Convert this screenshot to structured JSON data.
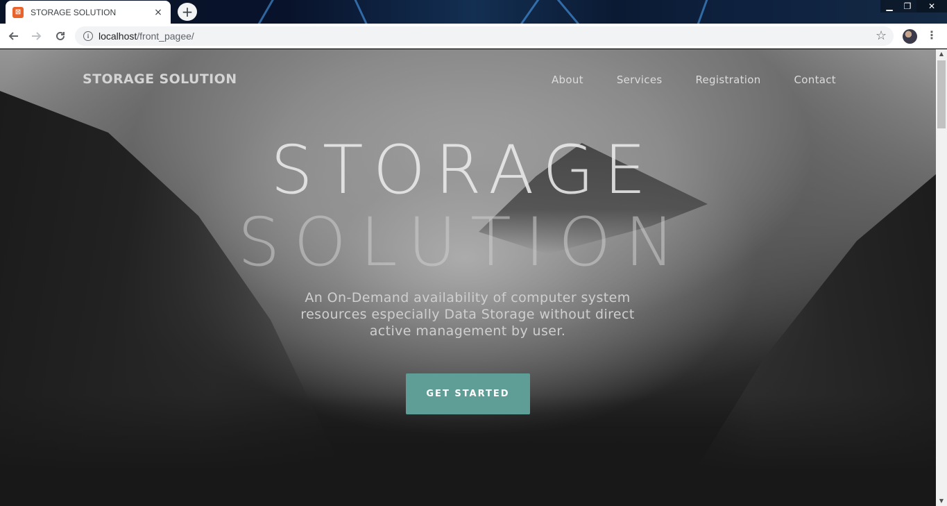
{
  "browser": {
    "tab_title": "STORAGE SOLUTION",
    "tab_close": "×",
    "new_tab": "+",
    "url_host": "localhost",
    "url_path": "/front_pagee/",
    "win_minimize": "▁",
    "win_restore": "❐",
    "win_close": "✕"
  },
  "nav": {
    "brand": "STORAGE SOLUTION",
    "items": [
      {
        "label": "About"
      },
      {
        "label": "Services"
      },
      {
        "label": "Registration"
      },
      {
        "label": "Contact"
      }
    ]
  },
  "hero": {
    "line1": "STORAGE",
    "line2": "SOLUTION",
    "tagline": "An On-Demand availability of computer system resources especially Data Storage without direct active management by user.",
    "cta": "GET STARTED"
  },
  "colors": {
    "accent": "#5f9e97"
  }
}
